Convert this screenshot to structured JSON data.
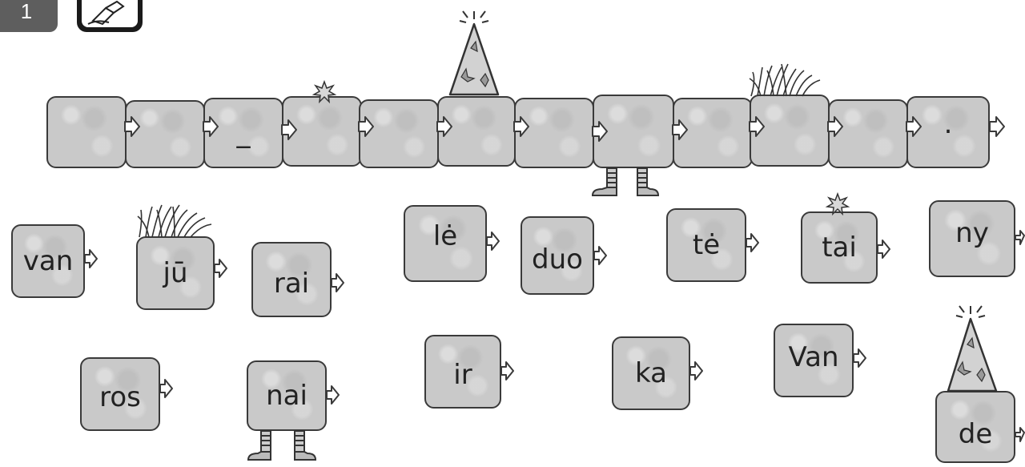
{
  "header": {
    "number": "1",
    "pen_icon": "pencil-icon"
  },
  "chain": {
    "slots": [
      "",
      "",
      "_",
      "",
      "",
      "",
      "",
      "",
      "",
      "",
      "",
      "."
    ]
  },
  "words": [
    {
      "text": "van"
    },
    {
      "text": "jū"
    },
    {
      "text": "rai"
    },
    {
      "text": "lė"
    },
    {
      "text": "duo"
    },
    {
      "text": "tė"
    },
    {
      "text": "tai"
    },
    {
      "text": "ny"
    },
    {
      "text": "ros"
    },
    {
      "text": "nai"
    },
    {
      "text": "ir"
    },
    {
      "text": "ka"
    },
    {
      "text": "Van"
    },
    {
      "text": "de"
    }
  ],
  "colors": {
    "block_fill": "#c9c9c9",
    "block_border": "#3a3a3a",
    "badge": "#5e5e5e"
  }
}
